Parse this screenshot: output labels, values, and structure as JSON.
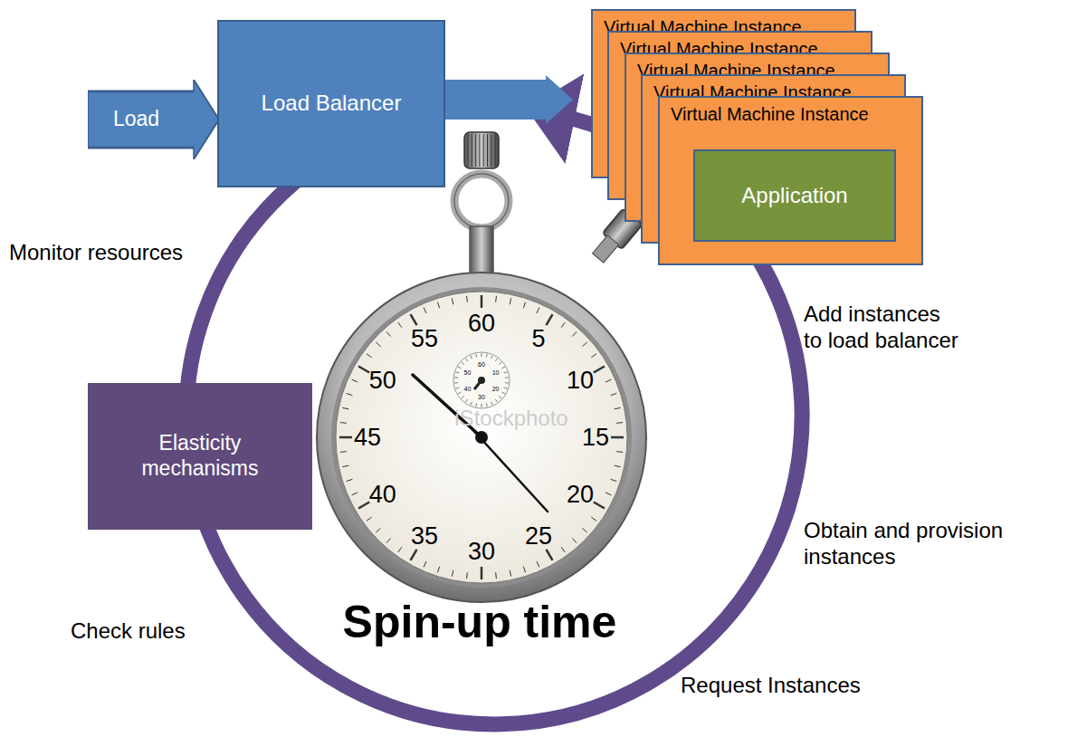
{
  "diagram": {
    "nodes": [
      {
        "text": [
          "Load"
        ]
      },
      {
        "text": [
          "Load Balancer"
        ]
      },
      {
        "text": [
          "Virtual Machine Instance"
        ]
      },
      {
        "text": [
          "Virtual Machine Instance"
        ]
      },
      {
        "text": [
          "Virtual Machine Instance"
        ]
      },
      {
        "text": [
          "Virtual Machine Instance"
        ]
      },
      {
        "text": [
          "Virtual Machine Instance"
        ]
      },
      {
        "text": [
          "Application"
        ],
        "in": 6
      },
      {
        "text": [
          "Elasticity mechanisms"
        ]
      }
    ],
    "edges": [
      {
        "from": 1,
        "to": 2,
        "arrow": "to"
      }
    ],
    "labels": [
      "Monitor resources",
      "Add instances to load balancer",
      "Obtain and provision instances",
      "Check rules",
      "Request Instances",
      "Spin-up time",
      "iStockphoto",
      "60",
      "5",
      "10",
      "15",
      "20",
      "25",
      "30",
      "35",
      "40",
      "45",
      "50",
      "55",
      "60",
      "10",
      "20",
      "30",
      "40",
      "50"
    ]
  }
}
